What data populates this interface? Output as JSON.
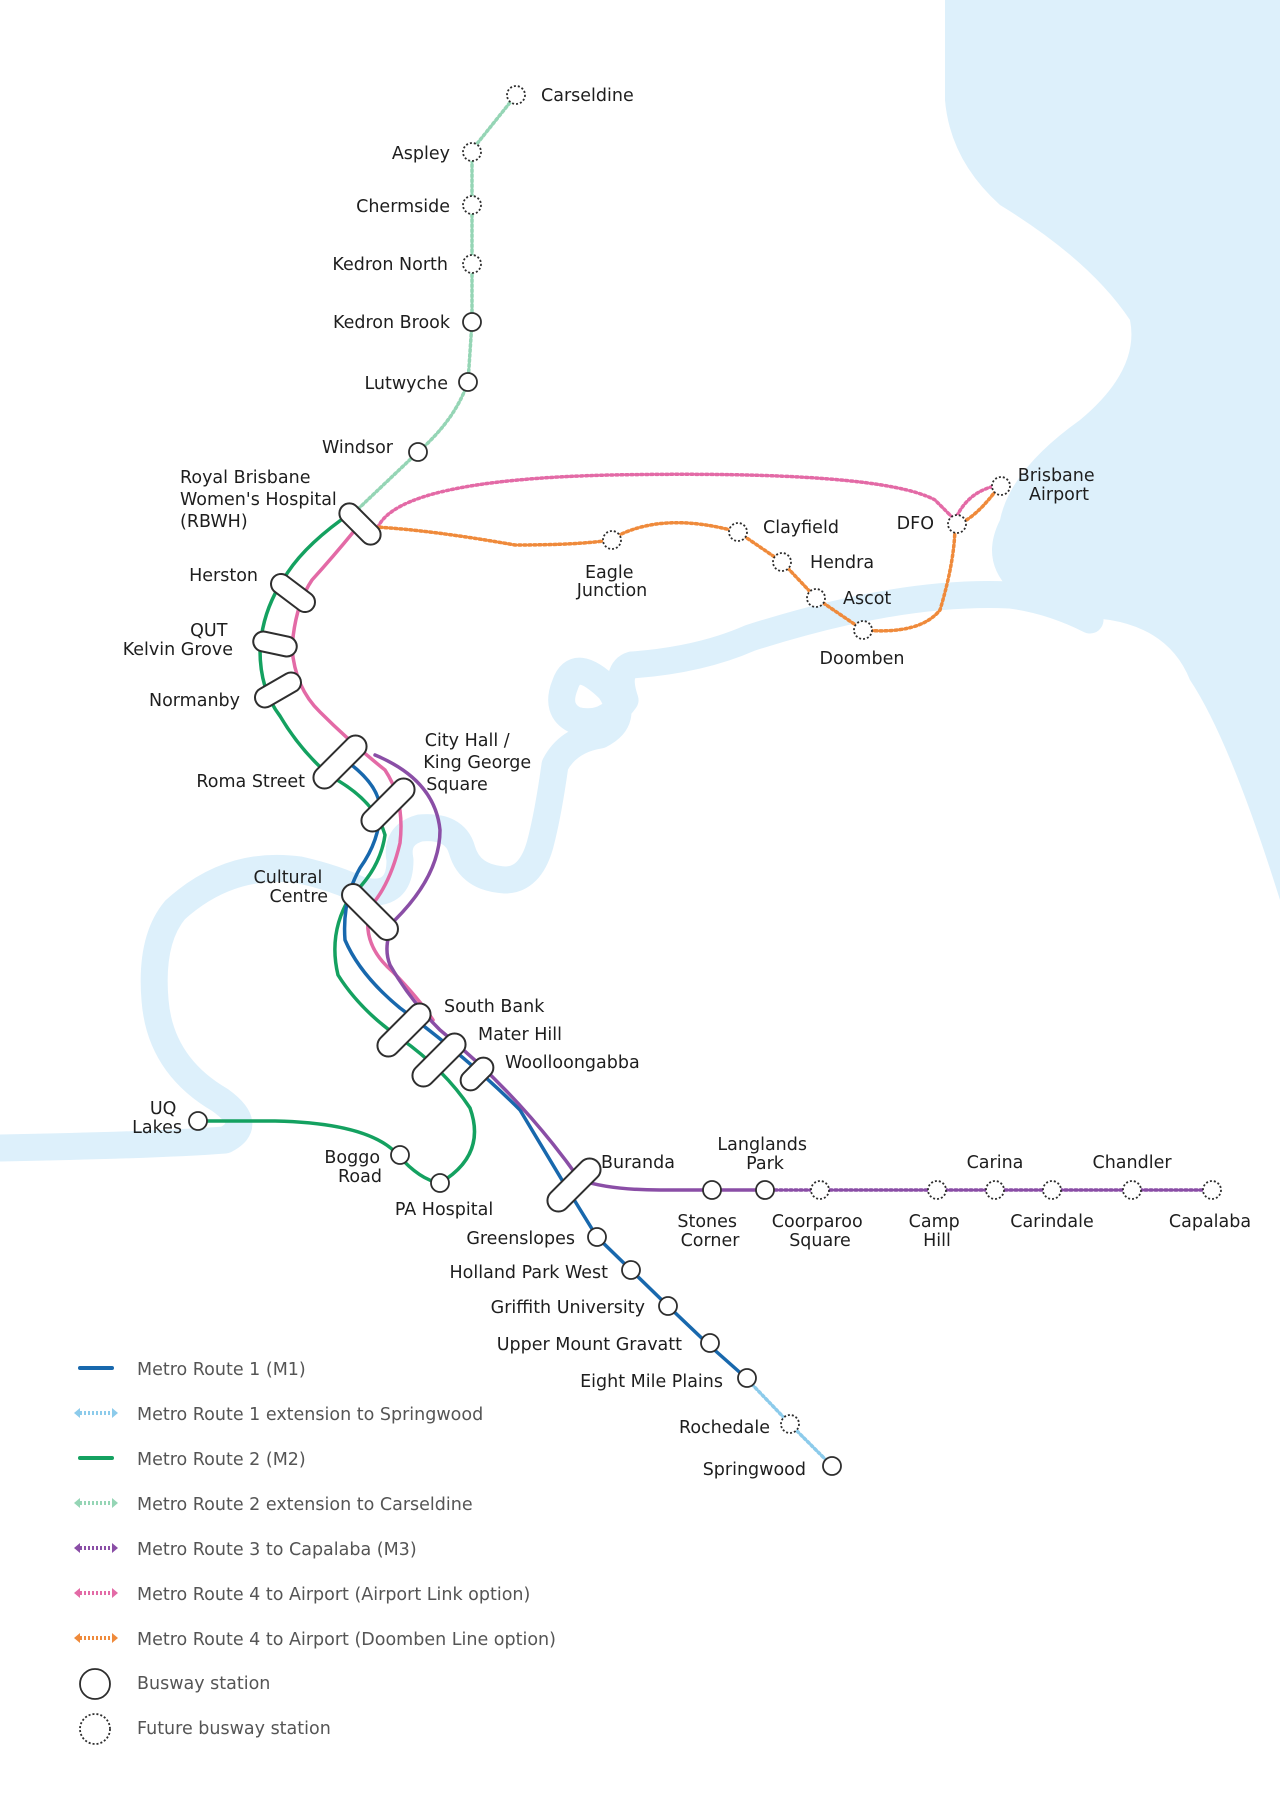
{
  "colors": {
    "water": "#ddf0fb",
    "m1": "#1868ad",
    "m1_ext": "#8ccbeb",
    "m2": "#14a160",
    "m2_ext": "#95d5b5",
    "m3": "#8a4ea6",
    "m4_airport": "#e36aa6",
    "m4_doomben": "#ef8a3b",
    "station_stroke": "#2e2e2e"
  },
  "stations": {
    "carseldine": "Carseldine",
    "aspley": "Aspley",
    "chermside": "Chermside",
    "kedron_north": "Kedron North",
    "kedron_brook": "Kedron Brook",
    "lutwyche": "Lutwyche",
    "windsor": "Windsor",
    "rbwh": [
      "Royal Brisbane",
      "Women's Hospital",
      "(RBWH)"
    ],
    "herston": "Herston",
    "qut": [
      "QUT",
      "Kelvin Grove"
    ],
    "normanby": "Normanby",
    "roma_street": "Roma Street",
    "city_hall": [
      "City Hall /",
      "King George",
      "Square"
    ],
    "cultural_centre": [
      "Cultural",
      "Centre"
    ],
    "south_bank": "South Bank",
    "mater_hill": "Mater Hill",
    "woolloongabba": "Woolloongabba",
    "uq_lakes": [
      "UQ",
      "Lakes"
    ],
    "boggo_road": [
      "Boggo",
      "Road"
    ],
    "pa_hospital": "PA Hospital",
    "buranda": "Buranda",
    "greenslopes": "Greenslopes",
    "holland_park_west": "Holland Park West",
    "griffith_university": "Griffith University",
    "upper_mount_gravatt": "Upper Mount Gravatt",
    "eight_mile_plains": "Eight Mile Plains",
    "rochedale": "Rochedale",
    "springwood": "Springwood",
    "stones_corner": [
      "Stones",
      "Corner"
    ],
    "langlands_park": [
      "Langlands",
      "Park"
    ],
    "coorparoo_square": [
      "Coorparoo",
      "Square"
    ],
    "camp_hill": [
      "Camp",
      "Hill"
    ],
    "carina": "Carina",
    "carindale": "Carindale",
    "chandler": "Chandler",
    "capalaba": "Capalaba",
    "eagle_junction": [
      "Eagle",
      "Junction"
    ],
    "clayfield": "Clayfield",
    "hendra": "Hendra",
    "ascot": "Ascot",
    "doomben": "Doomben",
    "dfo": "DFO",
    "brisbane_airport": [
      "Brisbane",
      "Airport"
    ]
  },
  "legend": [
    {
      "key": "m1",
      "label": "Metro Route 1 (M1)",
      "style": "solid"
    },
    {
      "key": "m1_ext",
      "label": "Metro Route 1 extension to Springwood",
      "style": "dashed"
    },
    {
      "key": "m2",
      "label": "Metro Route 2 (M2)",
      "style": "solid"
    },
    {
      "key": "m2_ext",
      "label": "Metro Route 2 extension to Carseldine",
      "style": "dashed"
    },
    {
      "key": "m3",
      "label": "Metro Route 3 to Capalaba (M3)",
      "style": "dashed"
    },
    {
      "key": "m4_airport",
      "label": "Metro Route 4 to Airport (Airport Link option)",
      "style": "dashed"
    },
    {
      "key": "m4_doomben",
      "label": "Metro Route 4 to Airport (Doomben Line option)",
      "style": "dashed"
    },
    {
      "key": "busway",
      "label": "Busway station",
      "style": "circle"
    },
    {
      "key": "future",
      "label": "Future busway station",
      "style": "dotted-circle"
    }
  ]
}
